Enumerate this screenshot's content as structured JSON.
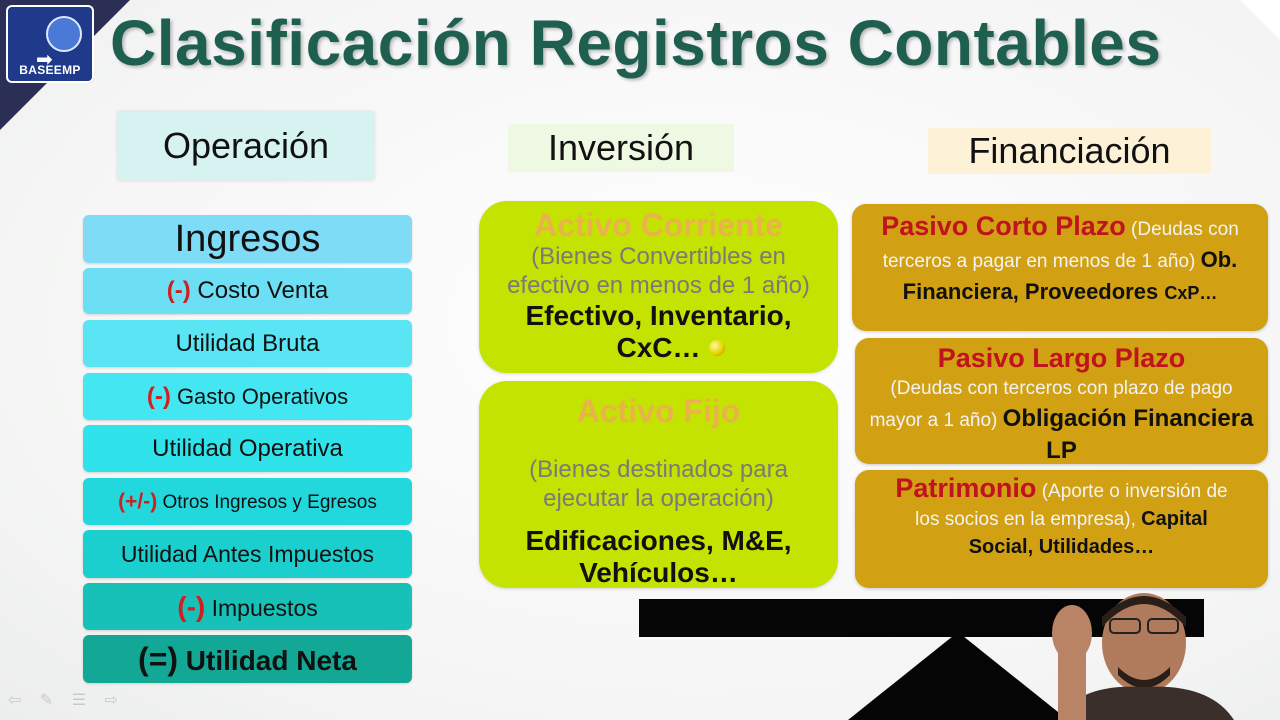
{
  "header": {
    "title": "Clasificación Registros Contables",
    "logo_text": "BASEEMP"
  },
  "columns": {
    "operacion": "Operación",
    "inversion": "Inversión",
    "financiacion": "Financiación"
  },
  "operacion_items": [
    {
      "prefix": "",
      "label": "Ingresos"
    },
    {
      "prefix": "(-)",
      "label": " Costo Venta"
    },
    {
      "prefix": "",
      "label": "Utilidad Bruta"
    },
    {
      "prefix": "(-)",
      "label": " Gasto Operativos"
    },
    {
      "prefix": "",
      "label": "Utilidad Operativa"
    },
    {
      "prefix": "(+/-)",
      "label": " Otros Ingresos y Egresos"
    },
    {
      "prefix": "",
      "label": "Utilidad Antes Impuestos"
    },
    {
      "prefix": "(-)",
      "label": " Impuestos"
    },
    {
      "prefix": "(=)",
      "label": " Utilidad Neta"
    }
  ],
  "inversion": {
    "activo_corriente": {
      "title": "Activo Corriente",
      "desc": "(Bienes Convertibles en efectivo en menos de 1 año)",
      "examples": "Efectivo, Inventario, CxC…"
    },
    "activo_fijo": {
      "title": "Activo Fijo",
      "desc": "(Bienes destinados para ejecutar la operación)",
      "examples": "Edificaciones, M&E, Vehículos…"
    }
  },
  "financiacion": {
    "pasivo_corto": {
      "title": "Pasivo Corto Plazo",
      "desc": " (Deudas con terceros a pagar en menos de 1 año) ",
      "examples_a": "Ob. Financiera, Proveedores ",
      "examples_b": "CxP…"
    },
    "pasivo_largo": {
      "title": "Pasivo Largo Plazo",
      "desc": "(Deudas con terceros con plazo de pago mayor a 1 año) ",
      "examples": "Obligación Financiera LP"
    },
    "patrimonio": {
      "title": "Patrimonio",
      "desc": " (Aporte o inversión de los socios en la empresa), ",
      "examples": "Capital Social, Utilidades…"
    }
  },
  "colors": {
    "title": "#1e5f50",
    "op_gradient": [
      "#7fe0f5",
      "#5ae6f2",
      "#39e2eb",
      "#22cfd3",
      "#19b9b4",
      "#129e92"
    ],
    "green_box": "#c5e300",
    "orange_box": "#d2a013",
    "accent_red": "#c1121f"
  },
  "icons": [
    "logo-icon",
    "back-arrow-icon",
    "pen-icon",
    "menu-icon",
    "forward-arrow-icon"
  ]
}
